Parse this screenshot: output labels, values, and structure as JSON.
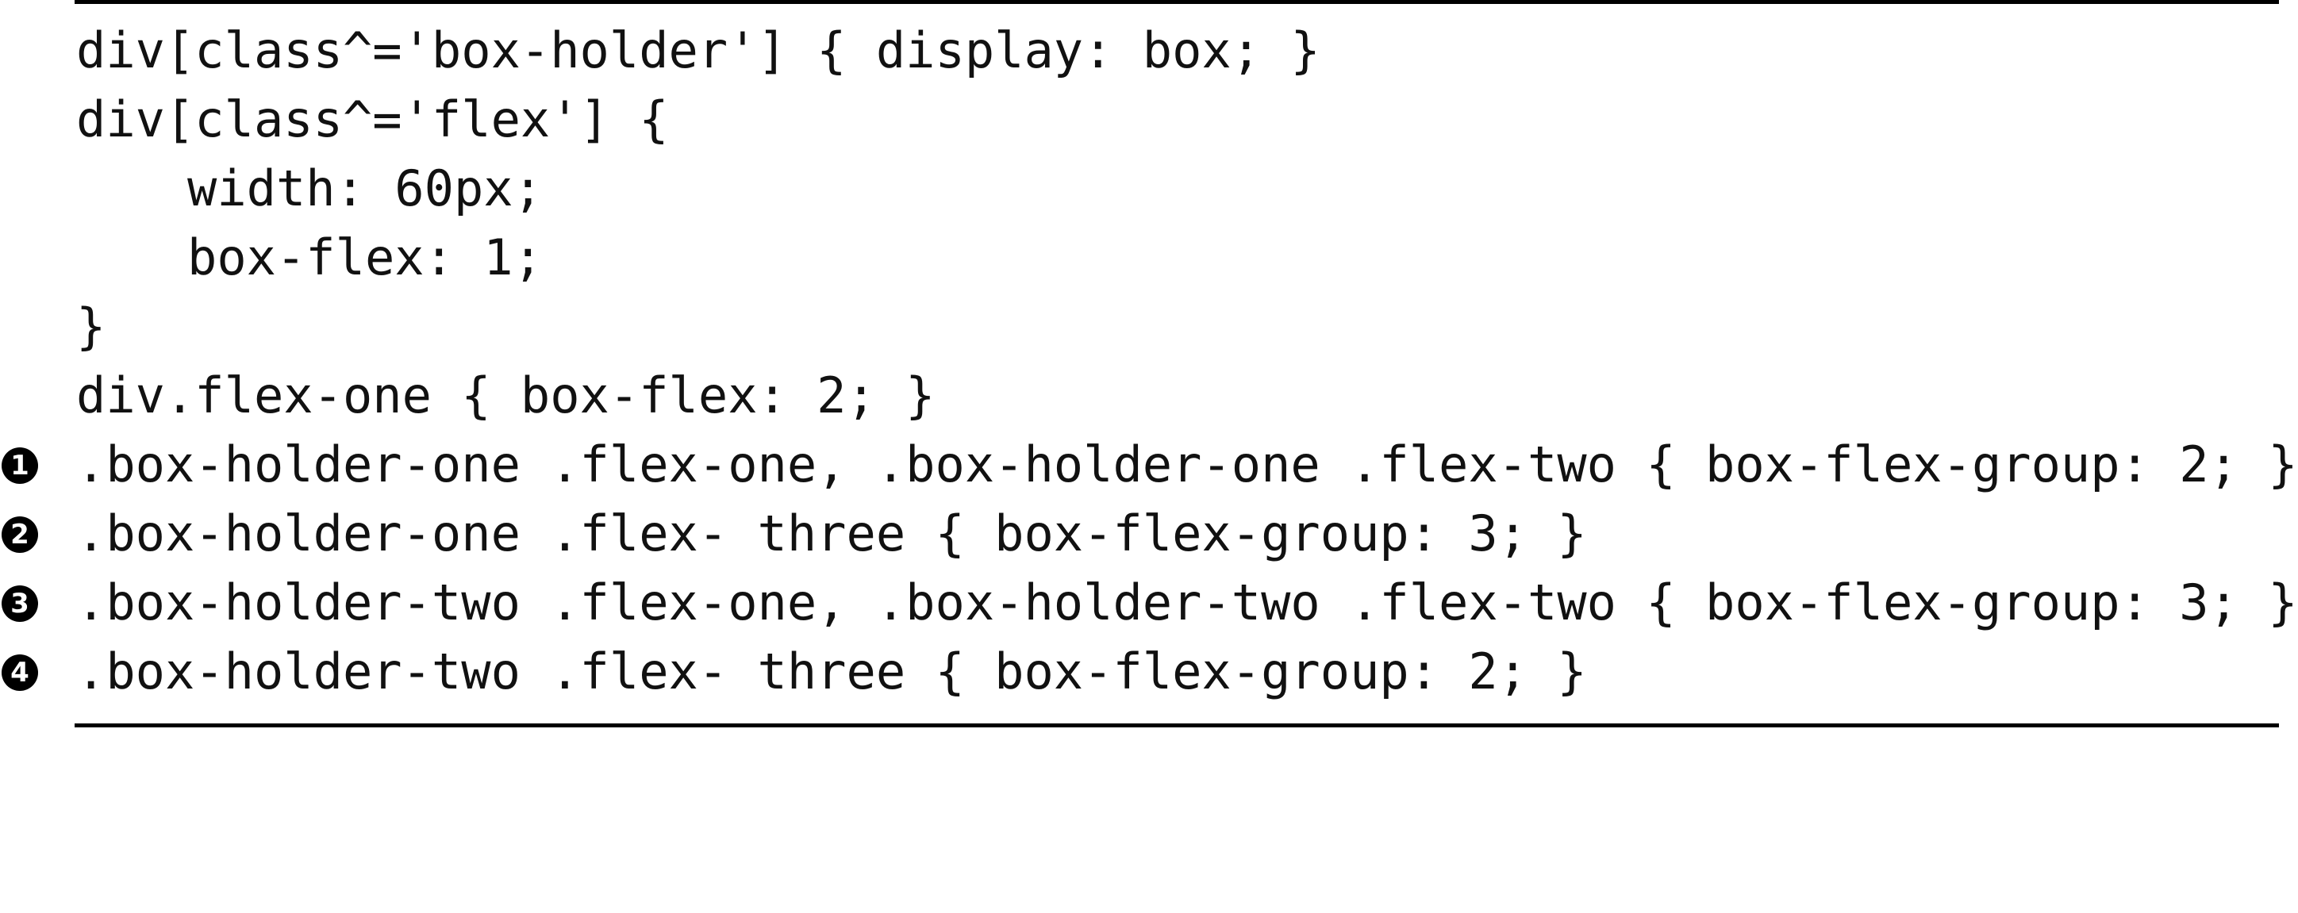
{
  "code_lines": [
    {
      "marker": "",
      "text": "div[class^='box-holder'] { display: box; }"
    },
    {
      "marker": "",
      "text": "div[class^='flex'] {"
    },
    {
      "marker": "",
      "text": "width: 60px;"
    },
    {
      "marker": "",
      "text": "box-flex: 1;"
    },
    {
      "marker": "",
      "text": "}"
    },
    {
      "marker": "",
      "text": "div.flex-one { box-flex: 2; }"
    },
    {
      "marker": "1",
      "text": ".box-holder-one .flex-one, .box-holder-one .flex-two { box-flex-group: 2; }"
    },
    {
      "marker": "2",
      "text": ".box-holder-one .flex- three { box-flex-group: 3; }"
    },
    {
      "marker": "3",
      "text": ".box-holder-two .flex-one, .box-holder-two .flex-two { box-flex-group: 3; }"
    },
    {
      "marker": "4",
      "text": ".box-holder-two .flex- three { box-flex-group: 2; }"
    }
  ]
}
